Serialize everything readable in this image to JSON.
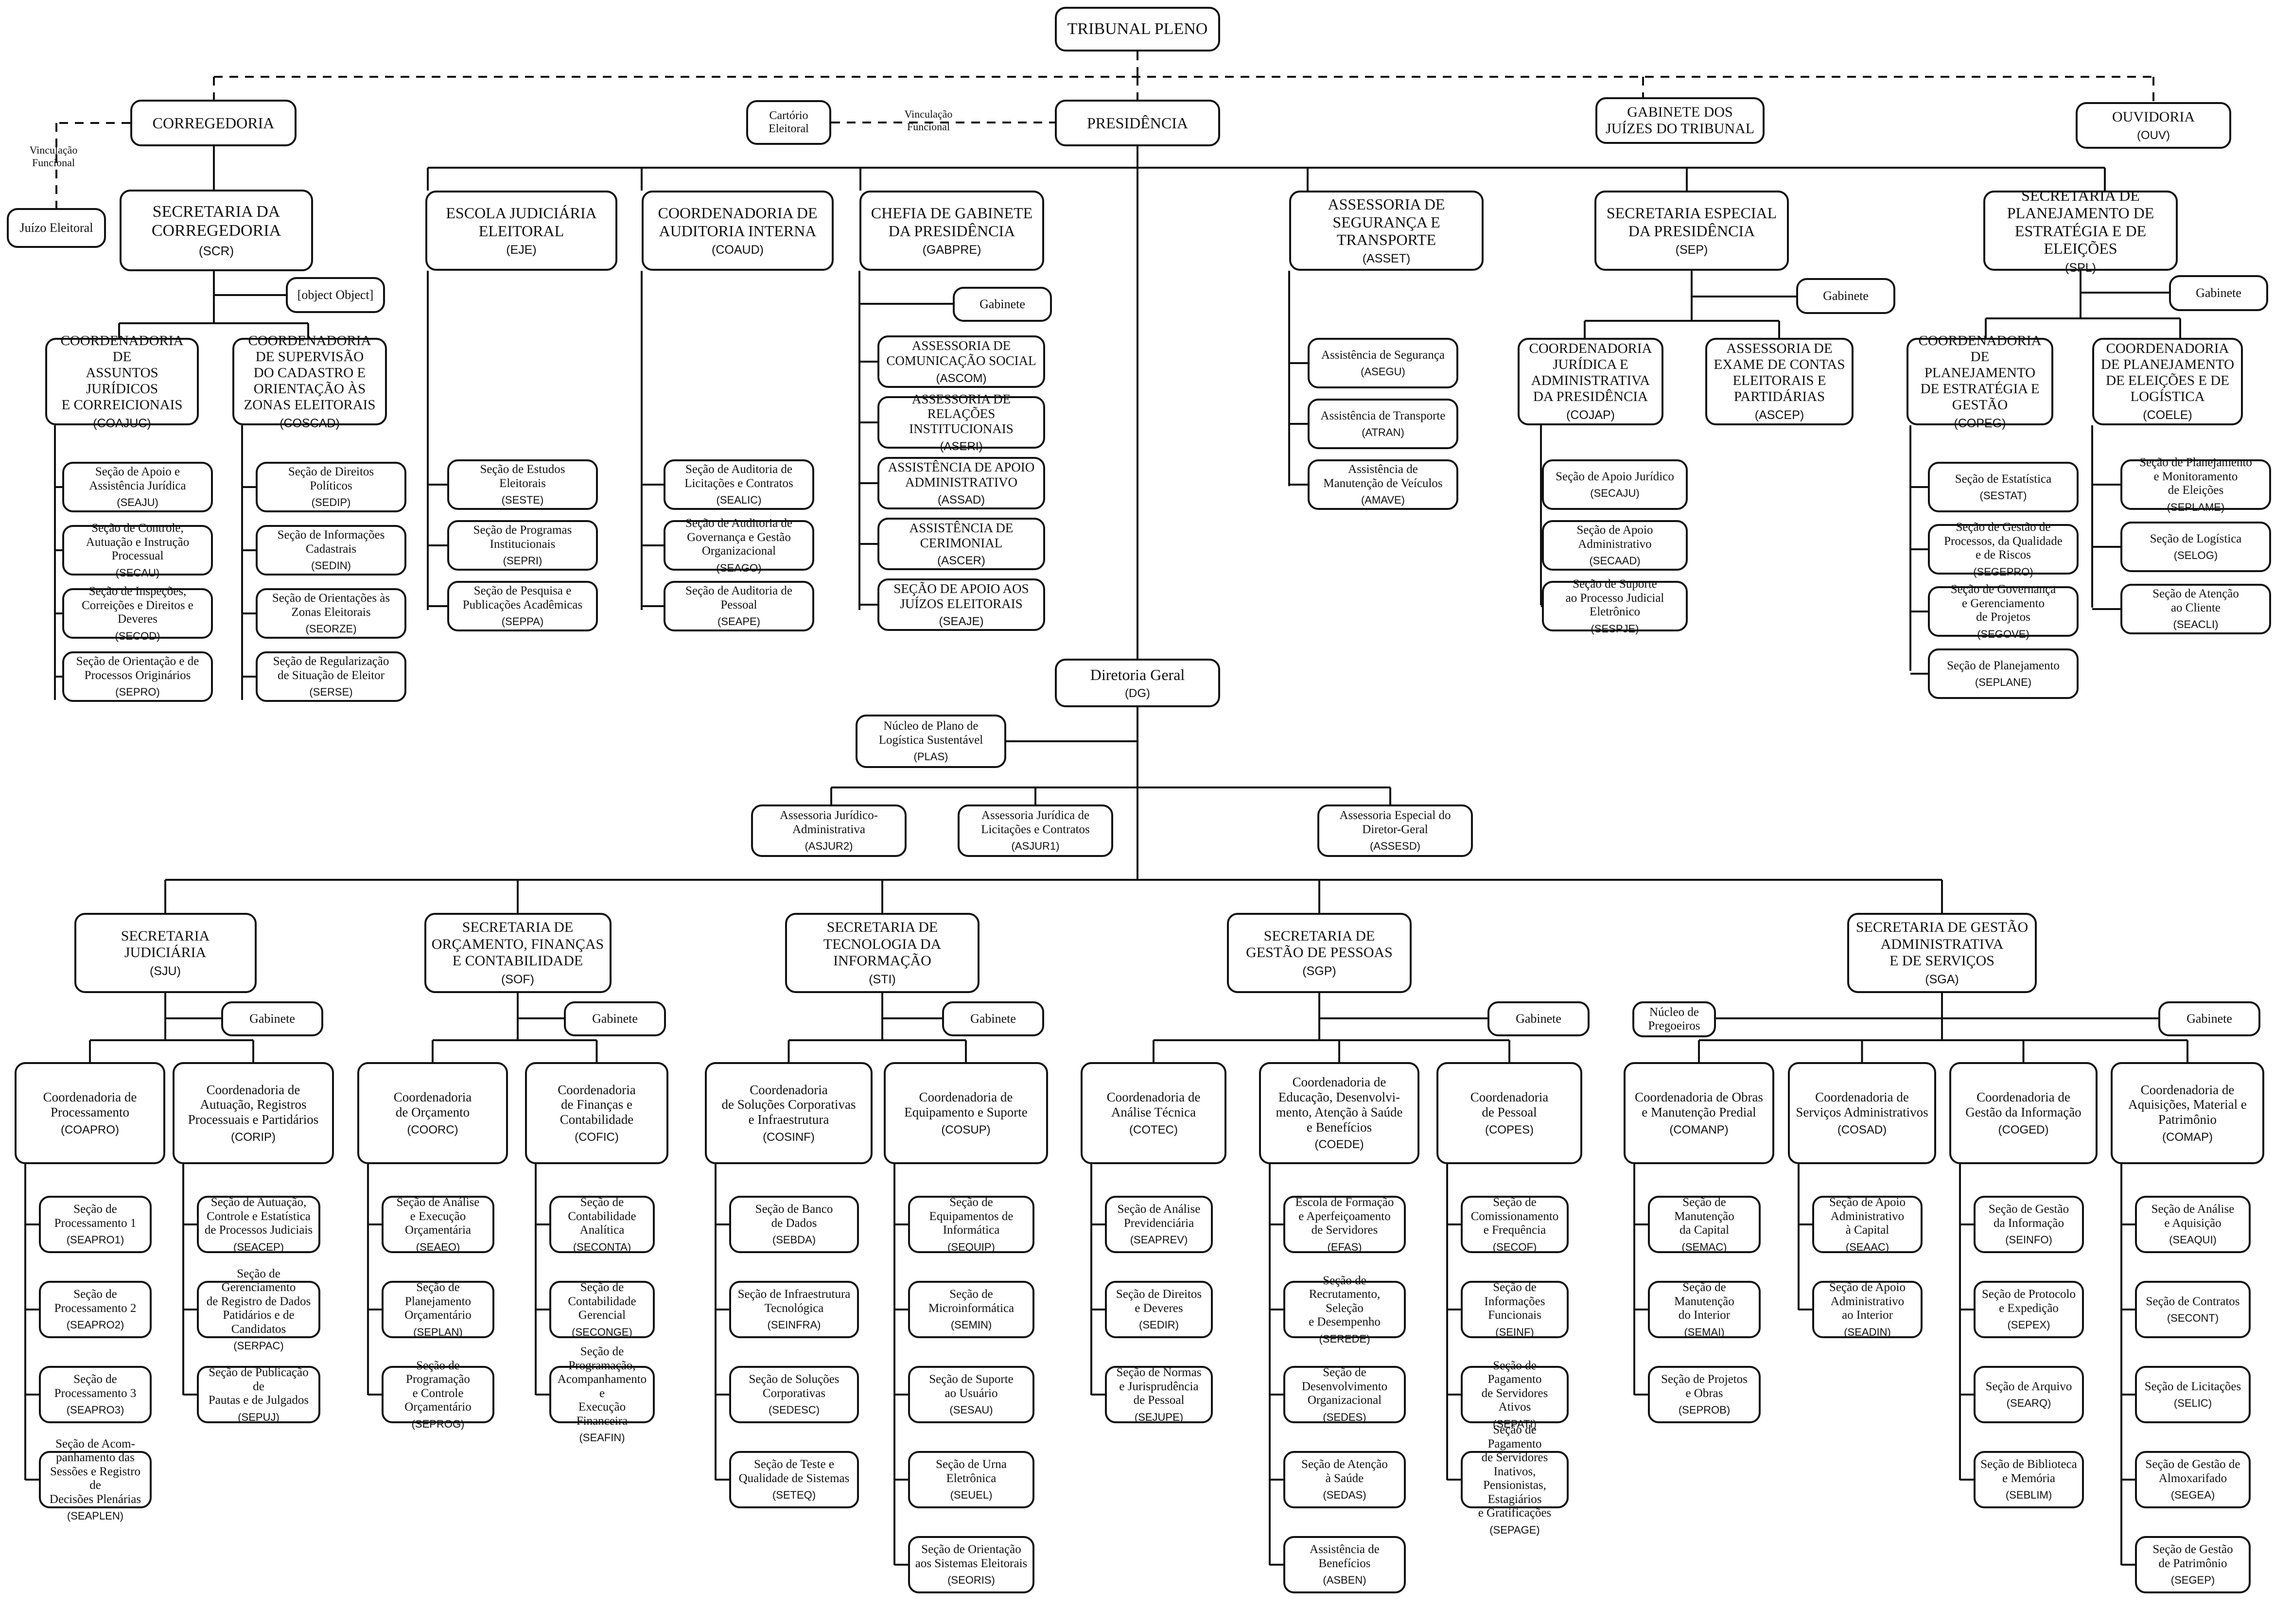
{
  "top": {
    "tp": {
      "title": "TRIBUNAL PLENO"
    },
    "corr": {
      "title": "CORREGEDORIA"
    },
    "pres": {
      "title": "PRESIDÊNCIA"
    },
    "gab_juizes": {
      "title": "GABINETE DOS\nJUÍZES DO TRIBUNAL"
    },
    "ouv": {
      "title": "OUVIDORIA",
      "code": "(OUV)"
    },
    "cartorio": {
      "title": "Cartório\nEleitoral"
    },
    "juizo": {
      "title": "Juízo Eleitoral"
    }
  },
  "notes": {
    "vinc_left": "Vinculação\nFuncional",
    "vinc_mid": "Vinculação\nFuncional"
  },
  "corregedoria": {
    "scr": {
      "title": "SECRETARIA DA\nCORREGEDORIA",
      "code": "(SCR)"
    },
    "gab": {
      "title": "Gabinete"
    },
    "coajuc": {
      "title": "COORDENADORIA DE\nASSUNTOS JURÍDICOS\nE CORREICIONAIS",
      "code": "(COAJUC)",
      "items": [
        {
          "title": "Seção de Apoio e\nAssistência Jurídica",
          "code": "(SEAJU)"
        },
        {
          "title": "Seção de Controle,\nAutuação e Instrução\nProcessual",
          "code": "(SECAU)"
        },
        {
          "title": "Seção de Inspeções,\nCorreições e Direitos e\nDeveres",
          "code": "(SECOD)"
        },
        {
          "title": "Seção de Orientação e de\nProcessos Originários",
          "code": "(SEPRO)"
        }
      ]
    },
    "coscad": {
      "title": "COORDENADORIA\nDE SUPERVISÃO\nDO CADASTRO E\nORIENTAÇÃO ÀS\nZONAS ELEITORAIS",
      "code": "(COSCAD)",
      "items": [
        {
          "title": "Seção de Direitos\nPolíticos",
          "code": "(SEDIP)"
        },
        {
          "title": "Seção de Informações\nCadastrais",
          "code": "(SEDIN)"
        },
        {
          "title": "Seção de Orientações às\nZonas Eleitorais",
          "code": "(SEORZE)"
        },
        {
          "title": "Seção de Regularização\nde Situação de Eleitor",
          "code": "(SERSE)"
        }
      ]
    }
  },
  "presidencia": {
    "eje": {
      "title": "ESCOLA JUDICIÁRIA\nELEITORAL",
      "code": "(EJE)",
      "items": [
        {
          "title": "Seção de Estudos\nEleitorais",
          "code": "(SESTE)"
        },
        {
          "title": "Seção de Programas\nInstitucionais",
          "code": "(SEPRI)"
        },
        {
          "title": "Seção de Pesquisa e\nPublicações Acadêmicas",
          "code": "(SEPPA)"
        }
      ]
    },
    "coaud": {
      "title": "COORDENADORIA DE\nAUDITORIA INTERNA",
      "code": "(COAUD)",
      "items": [
        {
          "title": "Seção de Auditoria de\nLicitações e Contratos",
          "code": "(SEALIC)"
        },
        {
          "title": "Seção de Auditoria de\nGovernança e Gestão\nOrganizacional",
          "code": "(SEAGO)"
        },
        {
          "title": "Seção de Auditoria de\nPessoal",
          "code": "(SEAPE)"
        }
      ]
    },
    "gabpre": {
      "title": "CHEFIA DE GABINETE\nDA PRESIDÊNCIA",
      "code": "(GABPRE)",
      "gab": "Gabinete",
      "items": [
        {
          "title": "ASSESSORIA DE\nCOMUNICAÇÃO SOCIAL",
          "code": "(ASCOM)"
        },
        {
          "title": "ASSESSORIA DE RELAÇÕES\nINSTITUCIONAIS",
          "code": "(ASERI)"
        },
        {
          "title": "ASSISTÊNCIA DE APOIO\nADMINISTRATIVO",
          "code": "(ASSAD)"
        },
        {
          "title": "ASSISTÊNCIA DE\nCERIMONIAL",
          "code": "(ASCER)"
        },
        {
          "title": "SEÇÃO DE APOIO AOS\nJUÍZOS ELEITORAIS",
          "code": "(SEAJE)"
        }
      ]
    },
    "asset": {
      "title": "ASSESSORIA DE\nSEGURANÇA E\nTRANSPORTE",
      "code": "(ASSET)",
      "items": [
        {
          "title": "Assistência de Segurança",
          "code": "(ASEGU)"
        },
        {
          "title": "Assistência de Transporte",
          "code": "(ATRAN)"
        },
        {
          "title": "Assistência de\nManutenção de Veículos",
          "code": "(AMAVE)"
        }
      ]
    },
    "sep": {
      "title": "SECRETARIA ESPECIAL\nDA PRESIDÊNCIA",
      "code": "(SEP)",
      "gab": "Gabinete",
      "cojap": {
        "title": "COORDENADORIA\nJURÍDICA E\nADMINISTRATIVA\nDA PRESIDÊNCIA",
        "code": "(COJAP)"
      },
      "ascep": {
        "title": "ASSESSORIA DE\nEXAME DE CONTAS\nELEITORAIS E\nPARTIDÁRIAS",
        "code": "(ASCEP)"
      },
      "items": [
        {
          "title": "Seção de Apoio Jurídico",
          "code": "(SECAJU)"
        },
        {
          "title": "Seção de Apoio\nAdministrativo",
          "code": "(SECAAD)"
        },
        {
          "title": "Seção de Suporte\nao Processo Judicial\nEletrônico",
          "code": "(SESPJE)"
        }
      ]
    },
    "spl": {
      "title": "SECRETARIA DE\nPLANEJAMENTO DE\nESTRATÉGIA E DE\nELEIÇÕES",
      "code": "(SPL)",
      "gab": "Gabinete",
      "copeg": {
        "title": "COORDENADORIA\nDE PLANEJAMENTO\nDE ESTRATÉGIA E\nGESTÃO",
        "code": "(COPEG)",
        "items": [
          {
            "title": "Seção de Estatística",
            "code": "(SESTAT)"
          },
          {
            "title": "Seção de Gestão de\nProcessos, da Qualidade\ne de Riscos",
            "code": "(SEGEPRO)"
          },
          {
            "title": "Seção de Governança\ne Gerenciamento\nde Projetos",
            "code": "(SEGOVE)"
          },
          {
            "title": "Seção de Planejamento",
            "code": "(SEPLANE)"
          }
        ]
      },
      "coele": {
        "title": "COORDENADORIA\nDE PLANEJAMENTO\nDE ELEIÇÕES E DE\nLOGÍSTICA",
        "code": "(COELE)",
        "items": [
          {
            "title": "Seção de Planejamento\ne Monitoramento\nde Eleições",
            "code": "(SEPLAME)"
          },
          {
            "title": "Seção de Logística",
            "code": "(SELOG)"
          },
          {
            "title": "Seção de Atenção\nao Cliente",
            "code": "(SEACLI)"
          }
        ]
      }
    }
  },
  "dg": {
    "main": {
      "title": "Diretoria Geral",
      "code": "(DG)"
    },
    "plas": {
      "title": "Núcleo de Plano de\nLogística Sustentável",
      "code": "(PLAS)"
    },
    "asjur2": {
      "title": "Assessoria Jurídico-\nAdministrativa",
      "code": "(ASJUR2)"
    },
    "asjur1": {
      "title": "Assessoria Jurídica de\nLicitações e Contratos",
      "code": "(ASJUR1)"
    },
    "assesd": {
      "title": "Assessoria Especial do\nDiretor-Geral",
      "code": "(ASSESD)"
    }
  },
  "sju": {
    "head": {
      "title": "SECRETARIA JUDICIÁRIA",
      "code": "(SJU)"
    },
    "gab": "Gabinete",
    "coapro": {
      "title": "Coordenadoria de\nProcessamento",
      "code": "(COAPRO)",
      "items": [
        {
          "title": "Seção de\nProcessamento 1",
          "code": "(SEAPRO1)"
        },
        {
          "title": "Seção de\nProcessamento 2",
          "code": "(SEAPRO2)"
        },
        {
          "title": "Seção de\nProcessamento 3",
          "code": "(SEAPRO3)"
        },
        {
          "title": "Seção de Acom-\npanhamento das\nSessões e Registro de\nDecisões Plenárias",
          "code": "(SEAPLEN)"
        }
      ]
    },
    "corip": {
      "title": "Coordenadoria de\nAutuação, Registros\nProcessuais e Partidários",
      "code": "(CORIP)",
      "items": [
        {
          "title": "Seção de Autuação,\nControle e Estatística\nde Processos Judiciais",
          "code": "(SEACEP)"
        },
        {
          "title": "Seção de Gerenciamento\nde Registro de Dados\nPatidários e de Candidatos",
          "code": "(SERPAC)"
        },
        {
          "title": "Seção de Publicação de\nPautas e de Julgados",
          "code": "(SEPUJ)"
        }
      ]
    }
  },
  "sof": {
    "head": {
      "title": "SECRETARIA DE\nORÇAMENTO, FINANÇAS\nE CONTABILIDADE",
      "code": "(SOF)"
    },
    "gab": "Gabinete",
    "coorc": {
      "title": "Coordenadoria\nde Orçamento",
      "code": "(COORC)",
      "items": [
        {
          "title": "Seção de Análise\ne Execução\nOrçamentária",
          "code": "(SEAEO)"
        },
        {
          "title": "Seção de Planejamento\nOrçamentário",
          "code": "(SEPLAN)"
        },
        {
          "title": "Seção de Programação\ne Controle\nOrçamentário",
          "code": "(SEPROG)"
        }
      ]
    },
    "cofic": {
      "title": "Coordenadoria\nde Finanças e\nContabilidade",
      "code": "(COFIC)",
      "items": [
        {
          "title": "Seção de\nContabilidade\nAnalítica",
          "code": "(SECONTA)"
        },
        {
          "title": "Seção de\nContabilidade\nGerencial",
          "code": "(SECONGE)"
        },
        {
          "title": "Seção de Programação,\nAcompanhamento e\nExecução Financeira",
          "code": "(SEAFIN)"
        }
      ]
    }
  },
  "sti": {
    "head": {
      "title": "SECRETARIA DE\nTECNOLOGIA DA\nINFORMAÇÃO",
      "code": "(STI)"
    },
    "gab": "Gabinete",
    "cosinf": {
      "title": "Coordenadoria\nde Soluções Corporativas\ne Infraestrutura",
      "code": "(COSINF)",
      "items": [
        {
          "title": "Seção de Banco\nde Dados",
          "code": "(SEBDA)"
        },
        {
          "title": "Seção de Infraestrutura\nTecnológica",
          "code": "(SEINFRA)"
        },
        {
          "title": "Seção de Soluções\nCorporativas",
          "code": "(SEDESC)"
        },
        {
          "title": "Seção de Teste e\nQualidade de Sistemas",
          "code": "(SETEQ)"
        }
      ]
    },
    "cosup": {
      "title": "Coordenadoria de\nEquipamento e Suporte",
      "code": "(COSUP)",
      "items": [
        {
          "title": "Seção de\nEquipamentos de\nInformática",
          "code": "(SEQUIP)"
        },
        {
          "title": "Seção de\nMicroinformática",
          "code": "(SEMIN)"
        },
        {
          "title": "Seção de Suporte\nao Usuário",
          "code": "(SESAU)"
        },
        {
          "title": "Seção de Urna\nEletrônica",
          "code": "(SEUEL)"
        },
        {
          "title": "Seção de Orientação\naos Sistemas Eleitorais",
          "code": "(SEORIS)"
        }
      ]
    }
  },
  "sgp": {
    "head": {
      "title": "SECRETARIA DE\nGESTÃO DE PESSOAS",
      "code": "(SGP)"
    },
    "gab": "Gabinete",
    "cotec": {
      "title": "Coordenadoria de\nAnálise Técnica",
      "code": "(COTEC)",
      "items": [
        {
          "title": "Seção de Análise\nPrevidenciária",
          "code": "(SEAPREV)"
        },
        {
          "title": "Seção de Direitos\ne Deveres",
          "code": "(SEDIR)"
        },
        {
          "title": "Seção de Normas\ne Jurisprudência\nde Pessoal",
          "code": "(SEJUPE)"
        }
      ]
    },
    "coede": {
      "title": "Coordenadoria de\nEducação, Desenvolvi-\nmento, Atenção à Saúde\ne Benefícios",
      "code": "(COEDE)",
      "items": [
        {
          "title": "Escola de Formação\ne Aperfeiçoamento\nde Servidores",
          "code": "(EFAS)"
        },
        {
          "title": "Seção de\nRecrutamento, Seleção\ne Desempenho",
          "code": "(SEREDE)"
        },
        {
          "title": "Seção de\nDesenvolvimento\nOrganizacional",
          "code": "(SEDES)"
        },
        {
          "title": "Seção de Atenção\nà Saúde",
          "code": "(SEDAS)"
        },
        {
          "title": "Assistência de\nBenefícios",
          "code": "(ASBEN)"
        }
      ]
    },
    "copes": {
      "title": "Coordenadoria\nde Pessoal",
      "code": "(COPES)",
      "items": [
        {
          "title": "Seção de\nComissionamento\ne Frequência",
          "code": "(SECOF)"
        },
        {
          "title": "Seção de Informações\nFuncionais",
          "code": "(SEINF)"
        },
        {
          "title": "Seção de Pagamento\nde Servidores Ativos",
          "code": "(SEPATI)"
        },
        {
          "title": "Seção de Pagamento\nde Servidores Inativos,\nPensionistas, Estagiários\ne Gratificações",
          "code": "(SEPAGE)"
        }
      ]
    }
  },
  "sga": {
    "head": {
      "title": "SECRETARIA DE GESTÃO\nADMINISTRATIVA\nE DE SERVIÇOS",
      "code": "(SGA)"
    },
    "gab": "Gabinete",
    "nucleo": "Núcleo de\nPregoeiros",
    "comanp": {
      "title": "Coordenadoria de Obras\ne Manutenção Predial",
      "code": "(COMANP)",
      "items": [
        {
          "title": "Seção de Manutenção\nda Capital",
          "code": "(SEMAC)"
        },
        {
          "title": "Seção de Manutenção\ndo Interior",
          "code": "(SEMAI)"
        },
        {
          "title": "Seção de Projetos\ne Obras",
          "code": "(SEPROB)"
        }
      ]
    },
    "cosad": {
      "title": "Coordenadoria de\nServiços Administrativos",
      "code": "(COSAD)",
      "items": [
        {
          "title": "Seção de Apoio\nAdministrativo\nà Capital",
          "code": "(SEAAC)"
        },
        {
          "title": "Seção de Apoio\nAdministrativo\nao Interior",
          "code": "(SEADIN)"
        }
      ]
    },
    "coged": {
      "title": "Coordenadoria de\nGestão da Informação",
      "code": "(COGED)",
      "items": [
        {
          "title": "Seção de Gestão\nda Informação",
          "code": "(SEINFO)"
        },
        {
          "title": "Seção de Protocolo\ne Expedição",
          "code": "(SEPEX)"
        },
        {
          "title": "Seção de Arquivo",
          "code": "(SEARQ)"
        },
        {
          "title": "Seção de Biblioteca\ne Memória",
          "code": "(SEBLIM)"
        }
      ]
    },
    "comap": {
      "title": "Coordenadoria de\nAquisições, Material e\nPatrimônio",
      "code": "(COMAP)",
      "items": [
        {
          "title": "Seção de Análise\ne Aquisição",
          "code": "(SEAQUI)"
        },
        {
          "title": "Seção de Contratos",
          "code": "(SECONT)"
        },
        {
          "title": "Seção de Licitações",
          "code": "(SELIC)"
        },
        {
          "title": "Seção de Gestão de\nAlmoxarifado",
          "code": "(SEGEA)"
        },
        {
          "title": "Seção de Gestão\nde Patrimônio",
          "code": "(SEGEP)"
        }
      ]
    }
  }
}
